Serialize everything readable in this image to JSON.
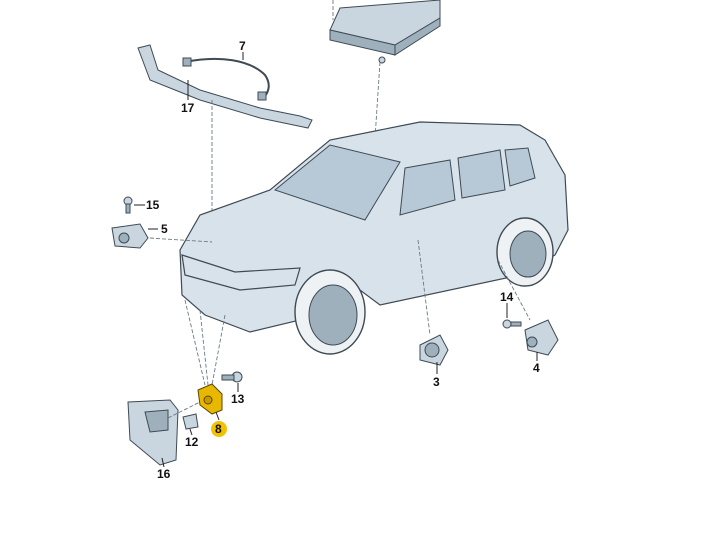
{
  "diagram": {
    "labels": {
      "p7": "7",
      "p17": "17",
      "p15": "15",
      "p5": "5",
      "p14": "14",
      "p4": "4",
      "p3": "3",
      "p13": "13",
      "p8": "8",
      "p12": "12",
      "p16": "16"
    },
    "highlight_color": "#f2c200",
    "highlighted_part": "8"
  }
}
